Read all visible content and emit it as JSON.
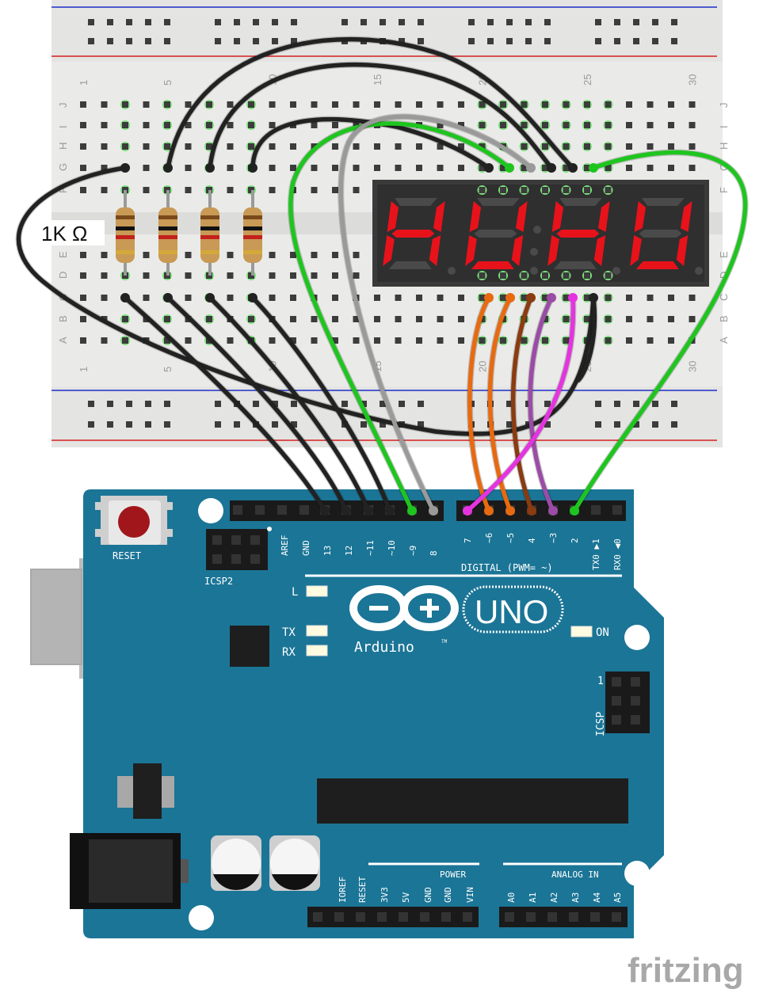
{
  "resistor_label": "1K Ω",
  "breadboard": {
    "row_letters_top": [
      "J",
      "I",
      "H",
      "G",
      "F"
    ],
    "row_letters_bottom": [
      "E",
      "D",
      "C",
      "B",
      "A"
    ],
    "column_numbers": [
      "1",
      "5",
      "10",
      "15",
      "20",
      "25",
      "30"
    ]
  },
  "display": {
    "digits": [
      "H",
      "U",
      "H",
      "U"
    ]
  },
  "arduino": {
    "reset_label": "RESET",
    "icsp2_label": "ICSP2",
    "icsp_label": "ICSP",
    "icsp_pin1": "1",
    "led_l": "L",
    "led_tx": "TX",
    "led_rx": "RX",
    "led_on": "ON",
    "brand": "Arduino",
    "trademark": "TM",
    "model": "UNO",
    "digital_label": "DIGITAL (PWM= ~)",
    "power_label": "POWER",
    "analog_label": "ANALOG IN",
    "digital_pins_left": [
      "AREF",
      "GND",
      "13",
      "12",
      "~11",
      "~10",
      "~9",
      "8"
    ],
    "digital_pins_right": [
      "7",
      "~6",
      "~5",
      "4",
      "~3",
      "2",
      "TX0 ▶1",
      "RX0 ◀0"
    ],
    "power_pins": [
      "IOREF",
      "RESET",
      "3V3",
      "5V",
      "GND",
      "GND",
      "VIN"
    ],
    "analog_pins": [
      "A0",
      "A1",
      "A2",
      "A3",
      "A4",
      "A5"
    ]
  },
  "watermark": "fritzing",
  "colors": {
    "board": "#1b7596",
    "breadboard": "#e8e8e6",
    "segment_on": "#e8121b",
    "segment_off": "#4a4a4a",
    "wire_black": "#222222",
    "wire_green": "#1fc51f",
    "wire_gray": "#9a9a9a",
    "wire_orange": "#e86a10",
    "wire_brown": "#8a3b10",
    "wire_purple": "#9b4ca6",
    "wire_magenta": "#e533e0"
  }
}
